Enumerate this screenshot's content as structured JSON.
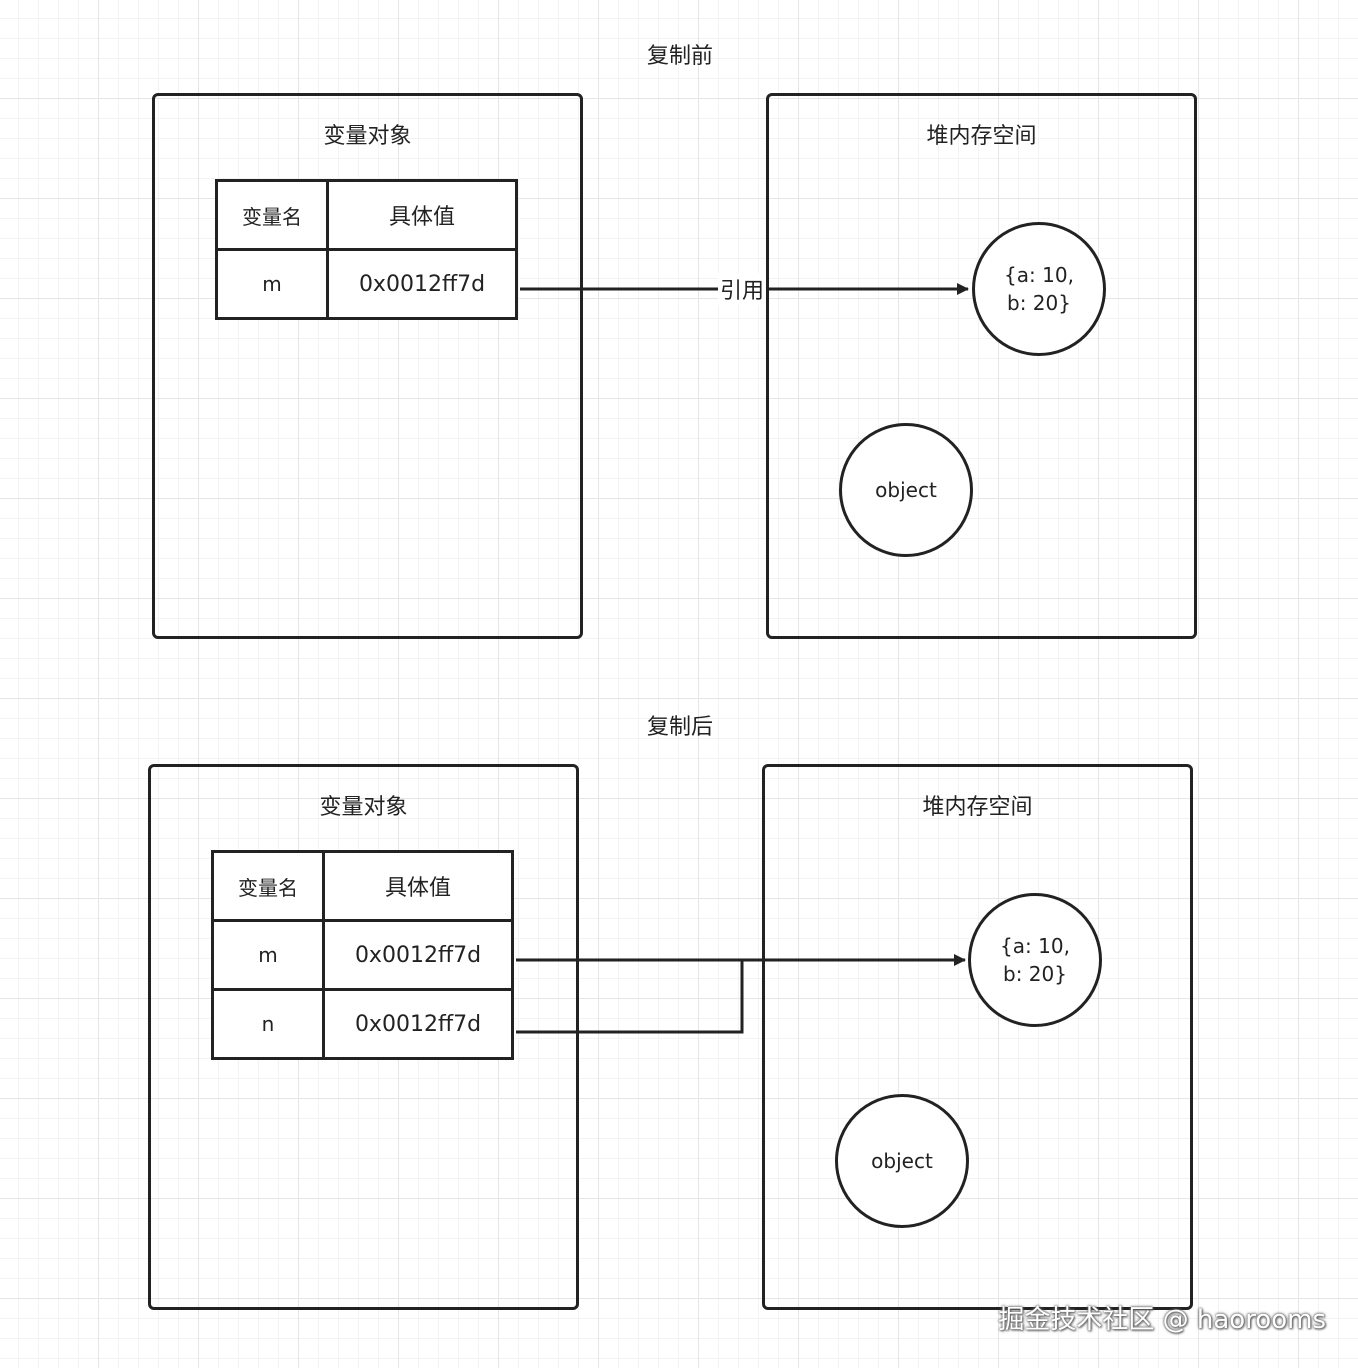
{
  "before": {
    "title": "复制前",
    "var_panel": {
      "title": "变量对象",
      "header": {
        "name": "变量名",
        "value": "具体值"
      },
      "rows": [
        {
          "name": "m",
          "value": "0x0012ff7d"
        }
      ]
    },
    "heap_panel": {
      "title": "堆内存空间",
      "target_object": "{a: 10,\nb: 20}",
      "other_object": "object"
    },
    "edge_label": "引用"
  },
  "after": {
    "title": "复制后",
    "var_panel": {
      "title": "变量对象",
      "header": {
        "name": "变量名",
        "value": "具体值"
      },
      "rows": [
        {
          "name": "m",
          "value": "0x0012ff7d"
        },
        {
          "name": "n",
          "value": "0x0012ff7d"
        }
      ]
    },
    "heap_panel": {
      "title": "堆内存空间",
      "target_object": "{a: 10,\nb: 20}",
      "other_object": "object"
    }
  },
  "watermark": "掘金技术社区 @ haorooms",
  "colors": {
    "line": "#222222",
    "grid_major": "#e6e6e6",
    "grid_minor": "#f3f3f3"
  }
}
